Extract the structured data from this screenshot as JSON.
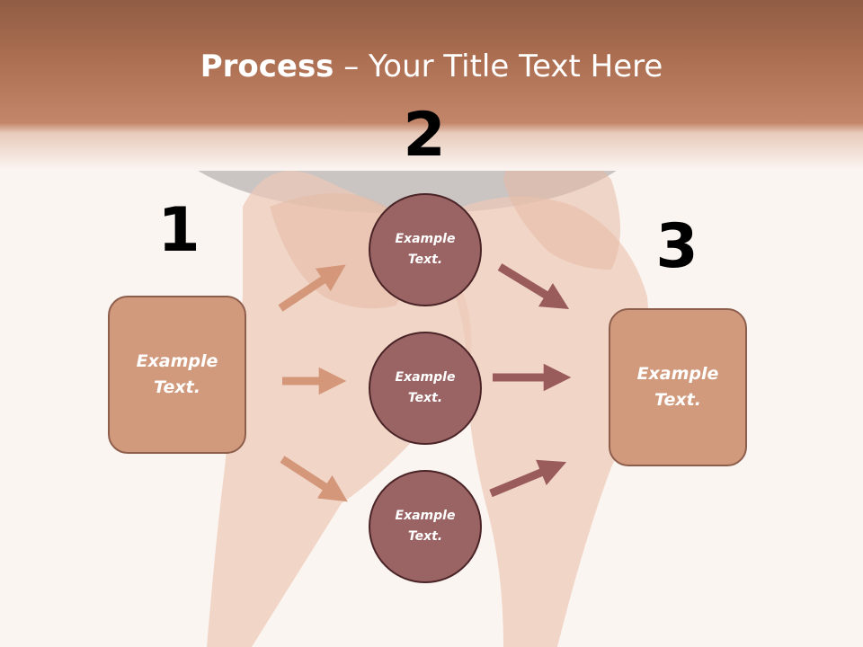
{
  "title": {
    "bold_part": "Process",
    "rest": " – Your Title Text Here"
  },
  "steps": {
    "step1": {
      "number": "1",
      "text": "Example\nText."
    },
    "step2": {
      "number": "2",
      "circles": [
        {
          "text": "Example\nText."
        },
        {
          "text": "Example\nText."
        },
        {
          "text": "Example\nText."
        }
      ]
    },
    "step3": {
      "number": "3",
      "text": "Example\nText."
    }
  },
  "colors": {
    "header_band": "#b9785a",
    "box_fill": "#d19a7d",
    "circle_fill": "#9a6464",
    "arrow_light": "#d4977a",
    "arrow_dark": "#9a5b5b"
  }
}
